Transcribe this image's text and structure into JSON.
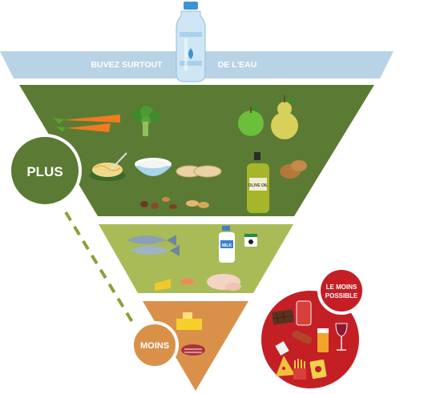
{
  "banner": {
    "left_text": "BUVEZ SURTOUT",
    "right_text": "DE L'EAU"
  },
  "labels": {
    "plus": "PLUS",
    "moins": "MOINS",
    "least_line1": "LE MOINS",
    "least_line2": "POSSIBLE"
  },
  "products": {
    "olive_oil": "OLIVE OIL",
    "milk": "MILK"
  },
  "colors": {
    "banner": "#b9d3e6",
    "tier1": "#5b7a34",
    "tier2": "#a9bb57",
    "tier3": "#d9914a",
    "plus_badge": "#5b7a34",
    "moins_badge": "#d9914a",
    "least_badge": "#c41f25",
    "dash": "#8aa13a"
  },
  "icons": {
    "tier1": [
      "carrots-icon",
      "broccoli-icon",
      "apple-icon",
      "pear-icon",
      "pasta-icon",
      "rice-bowl-icon",
      "bread-slices-icon",
      "olive-oil-bottle-icon",
      "potatoes-icon",
      "beans-nuts-icon"
    ],
    "tier2": [
      "fish-icon",
      "milk-bottle-icon",
      "yogurt-icon",
      "cheese-icon",
      "shrimp-icon",
      "chicken-icon"
    ],
    "tier3": [
      "butter-icon",
      "steak-icon"
    ],
    "least": [
      "chocolate-icon",
      "soda-can-icon",
      "sausage-icon",
      "beer-glass-icon",
      "wine-glass-icon",
      "pizza-slice-icon",
      "fries-icon",
      "chips-bag-icon",
      "ice-cream-icon"
    ]
  }
}
